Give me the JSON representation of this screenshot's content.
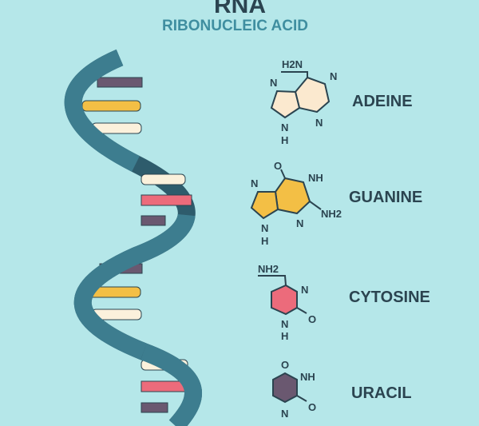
{
  "title": "RNA",
  "subtitle": "RIBONUCLEIC ACID",
  "colors": {
    "background": "#b5e7e9",
    "helix": "#3d7d8f",
    "helix_back": "#2e5c6c",
    "adenine": "#fbe9cf",
    "guanine": "#f3bf45",
    "cytosine": "#ec6b7b",
    "uracil": "#6a5870",
    "text": "#2b4450",
    "subtitle": "#3f8ea0"
  },
  "bases": [
    {
      "name": "ADEINE",
      "atoms": [
        "H2N",
        "N",
        "N",
        "N",
        "N",
        "H"
      ]
    },
    {
      "name": "GUANINE",
      "atoms": [
        "O",
        "NH",
        "N",
        "NH2",
        "N",
        "N",
        "H"
      ]
    },
    {
      "name": "CYTOSINE",
      "atoms": [
        "NH2",
        "N",
        "O",
        "N",
        "H"
      ]
    },
    {
      "name": "URACIL",
      "atoms": [
        "O",
        "NH",
        "O",
        "N"
      ]
    }
  ]
}
